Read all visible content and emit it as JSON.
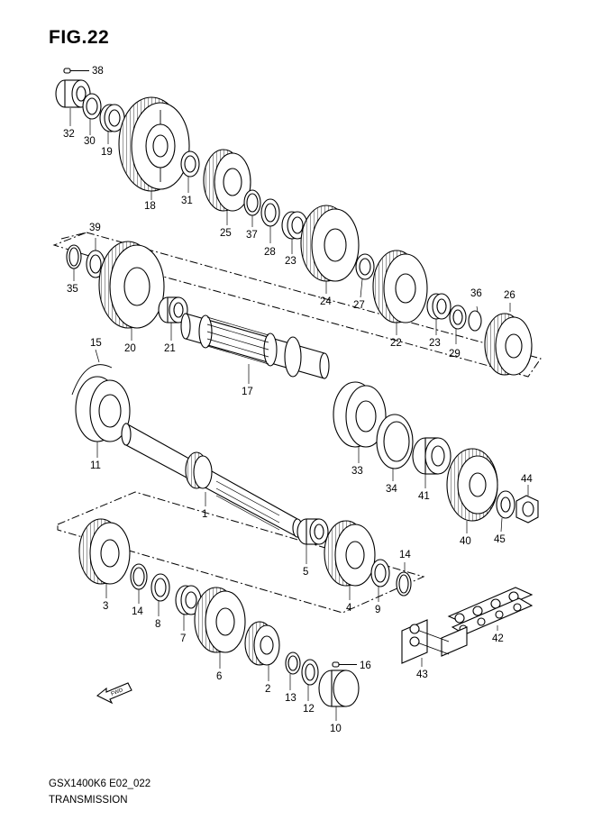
{
  "figure": {
    "title": "FIG.22",
    "model_code": "GSX1400K6 E02_022",
    "section": "TRANSMISSION",
    "fwd_arrow": "FWD"
  },
  "parts": [
    {
      "id": "38",
      "label": "38"
    },
    {
      "id": "32",
      "label": "32"
    },
    {
      "id": "30",
      "label": "30"
    },
    {
      "id": "19",
      "label": "19"
    },
    {
      "id": "18",
      "label": "18"
    },
    {
      "id": "31",
      "label": "31"
    },
    {
      "id": "25",
      "label": "25"
    },
    {
      "id": "37",
      "label": "37"
    },
    {
      "id": "28",
      "label": "28"
    },
    {
      "id": "23a",
      "label": "23"
    },
    {
      "id": "24",
      "label": "24"
    },
    {
      "id": "27",
      "label": "27"
    },
    {
      "id": "22",
      "label": "22"
    },
    {
      "id": "23b",
      "label": "23"
    },
    {
      "id": "29",
      "label": "29"
    },
    {
      "id": "36",
      "label": "36"
    },
    {
      "id": "26",
      "label": "26"
    },
    {
      "id": "39",
      "label": "39"
    },
    {
      "id": "35",
      "label": "35"
    },
    {
      "id": "20",
      "label": "20"
    },
    {
      "id": "21",
      "label": "21"
    },
    {
      "id": "17",
      "label": "17"
    },
    {
      "id": "15",
      "label": "15"
    },
    {
      "id": "11",
      "label": "11"
    },
    {
      "id": "33",
      "label": "33"
    },
    {
      "id": "34",
      "label": "34"
    },
    {
      "id": "41",
      "label": "41"
    },
    {
      "id": "40",
      "label": "40"
    },
    {
      "id": "44",
      "label": "44"
    },
    {
      "id": "45",
      "label": "45"
    },
    {
      "id": "1",
      "label": "1"
    },
    {
      "id": "3",
      "label": "3"
    },
    {
      "id": "14a",
      "label": "14"
    },
    {
      "id": "8",
      "label": "8"
    },
    {
      "id": "7",
      "label": "7"
    },
    {
      "id": "6",
      "label": "6"
    },
    {
      "id": "5",
      "label": "5"
    },
    {
      "id": "4",
      "label": "4"
    },
    {
      "id": "9",
      "label": "9"
    },
    {
      "id": "14b",
      "label": "14"
    },
    {
      "id": "42",
      "label": "42"
    },
    {
      "id": "43",
      "label": "43"
    },
    {
      "id": "2",
      "label": "2"
    },
    {
      "id": "13",
      "label": "13"
    },
    {
      "id": "12",
      "label": "12"
    },
    {
      "id": "16",
      "label": "16"
    },
    {
      "id": "10",
      "label": "10"
    }
  ]
}
